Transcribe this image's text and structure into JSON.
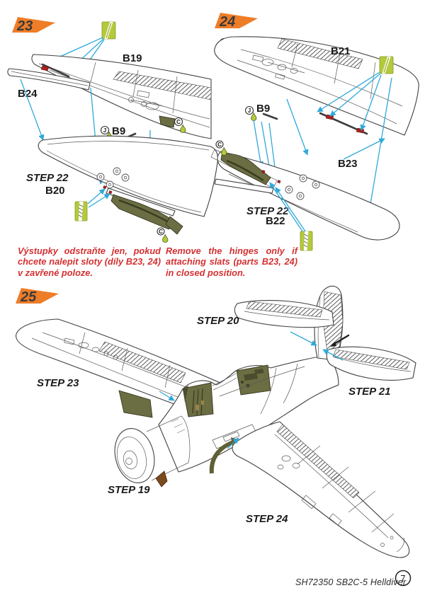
{
  "footer": {
    "kit_label": "SH72350 SB2C-5 Helldiver",
    "page_number": "7"
  },
  "symbols": {
    "glue": "J",
    "paint": "C"
  },
  "step23": {
    "number": "23",
    "b19": "B19",
    "b24": "B24",
    "b9": "B9",
    "step_label": "STEP 22",
    "b20": "B20"
  },
  "step24": {
    "number": "24",
    "b21": "B21",
    "b9": "B9",
    "b23": "B23",
    "step_label": "STEP 22",
    "b22": "B22"
  },
  "step25": {
    "number": "25",
    "step19": "STEP 19",
    "step20": "STEP 20",
    "step21": "STEP 21",
    "step23": "STEP 23",
    "step24": "STEP 24"
  },
  "notes": {
    "czech": "Výstupky odstraňte jen, pokud chcete nalepit sloty (díly B23, 24) v zavřené poloze.",
    "english": "Remove the hinges only if attaching slats (parts B23, 24) in closed position."
  },
  "colors": {
    "flag_orange": "#ee7d28",
    "note_red": "#d43031",
    "arrow_cyan": "#2fa9da",
    "part_olive": "#6b6d42",
    "symbol_green": "#b5c93b",
    "hinge_red": "#a8201d"
  }
}
